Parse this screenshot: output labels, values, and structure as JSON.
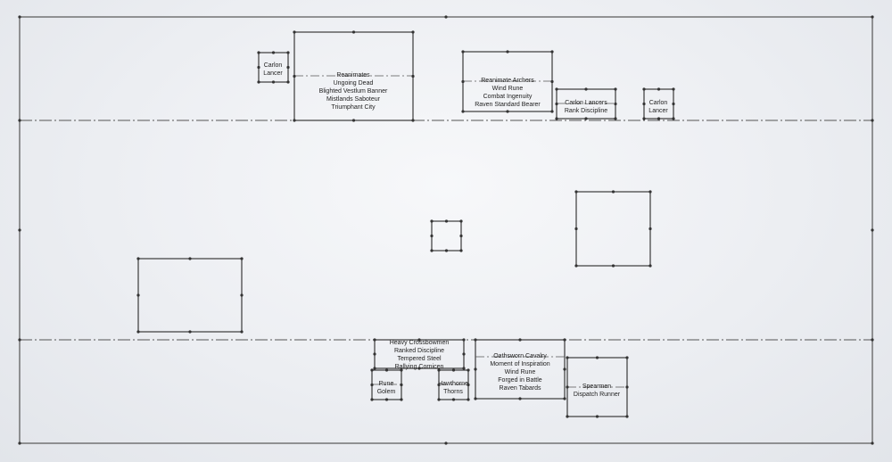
{
  "units": [
    {
      "id": "carlon-lancer-1",
      "lines": [
        "Carlon",
        "Lancer"
      ]
    },
    {
      "id": "reanimates-block",
      "lines": [
        "Reanimates",
        "Ungoing Dead",
        "Blighted Vestlum Banner",
        "Mistlands Saboteur",
        "Triumphant City"
      ]
    },
    {
      "id": "reanimate-archers-block",
      "lines": [
        "Reanimate Archers",
        "Wind Rune",
        "Combat Ingenuity",
        "Raven Standard Bearer"
      ]
    },
    {
      "id": "carlon-lancers-rank",
      "lines": [
        "Carlon Lancers",
        "Rank Discipline"
      ]
    },
    {
      "id": "carlon-lancer-2",
      "lines": [
        "Carlon",
        "Lancer"
      ]
    },
    {
      "id": "heavy-crossbowmen-block",
      "lines": [
        "Heavy Crossbowmen",
        "Ranked Discipline",
        "Tempered Steel",
        "Rallying Cornicen"
      ]
    },
    {
      "id": "oathsworn-cavalry-block",
      "lines": [
        "Oathsworn Cavalry",
        "Moment of Inspiration",
        "Wind Rune",
        "Forged in Battle",
        "Raven Tabards"
      ]
    },
    {
      "id": "rune-golem",
      "lines": [
        "Rune",
        "Golem"
      ]
    },
    {
      "id": "hawthorne-thorns",
      "lines": [
        "Hawthorne",
        "Thorns"
      ]
    },
    {
      "id": "spearmen-block",
      "lines": [
        "Spearmen",
        "Dispatch Runner"
      ]
    }
  ]
}
